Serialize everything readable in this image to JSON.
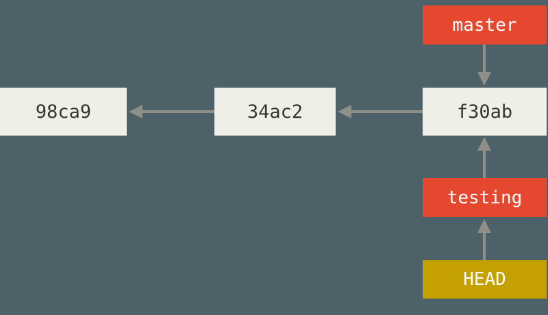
{
  "colors": {
    "background": "#4C6168",
    "commit-box": "#F0EFE7",
    "commit-text": "#35352F",
    "branch-box": "#E5472F",
    "branch-text": "#FFFFFF",
    "head-box": "#C4A000",
    "head-text": "#FFFFFF",
    "arrow": "#8E9087"
  },
  "graph": {
    "commits": [
      {
        "id": "98ca9"
      },
      {
        "id": "34ac2"
      },
      {
        "id": "f30ab"
      }
    ],
    "branches": [
      {
        "name": "master",
        "points_to": "f30ab"
      },
      {
        "name": "testing",
        "points_to": "f30ab"
      }
    ],
    "head": {
      "label": "HEAD",
      "points_to": "testing"
    }
  }
}
